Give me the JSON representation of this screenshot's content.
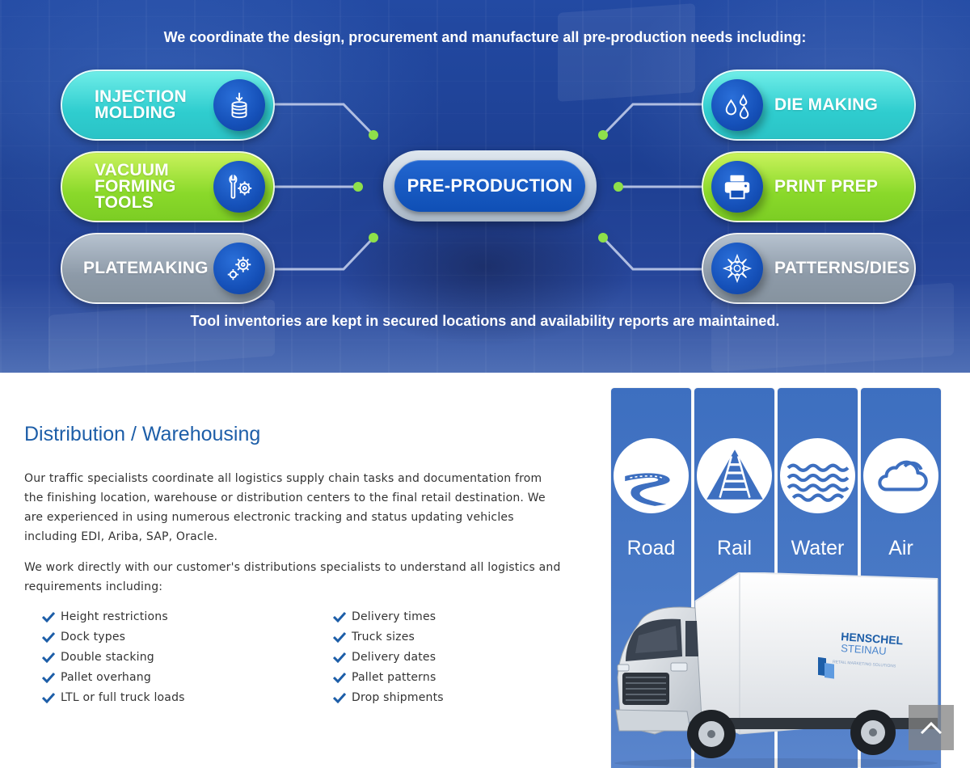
{
  "hero": {
    "heading": "We coordinate the design, procurement and manufacture all pre-production needs including:",
    "footer": "Tool inventories are kept in secured locations and availability reports are maintained.",
    "center_label": "PRE-PRODUCTION",
    "left_items": [
      {
        "label": "INJECTION MOLDING",
        "icon": "stack-icon",
        "color": "#2fcdcf"
      },
      {
        "label": "VACUUM FORMING TOOLS",
        "icon": "wrench-gear-icon",
        "color": "#8ad92a"
      },
      {
        "label": "PLATEMAKING",
        "icon": "gears-icon",
        "color": "#8d9aa8"
      }
    ],
    "right_items": [
      {
        "label": "DIE MAKING",
        "icon": "droplets-icon",
        "color": "#2fcdcf"
      },
      {
        "label": "PRINT PREP",
        "icon": "printer-icon",
        "color": "#8ad92a"
      },
      {
        "label": "PATTERNS/DIES",
        "icon": "mandala-icon",
        "color": "#8d9aa8"
      }
    ],
    "accent_color": "#8ee04a"
  },
  "distribution": {
    "title": "Distribution / Warehousing",
    "paragraph1": "Our traffic specialists coordinate all logistics supply chain tasks and documentation from the finishing location, warehouse or distribution centers to the final retail destination. We are experienced in using numerous electronic tracking and status updating vehicles including EDI, Ariba, SAP, Oracle.",
    "paragraph2": "We work directly with our customer's distributions specialists to understand all logistics and requirements including:",
    "requirements_col1": [
      "Height restrictions",
      "Dock types",
      "Double stacking",
      "Pallet overhang",
      "LTL or full truck loads"
    ],
    "requirements_col2": [
      "Delivery times",
      "Truck sizes",
      "Delivery dates",
      "Pallet patterns",
      "Drop shipments"
    ],
    "title_color": "#1d5ea8"
  },
  "transport": {
    "modes": [
      {
        "label": "Road",
        "icon": "road-icon"
      },
      {
        "label": "Rail",
        "icon": "rail-icon"
      },
      {
        "label": "Water",
        "icon": "water-icon"
      },
      {
        "label": "Air",
        "icon": "cloud-icon"
      }
    ],
    "truck_brand_line1": "HENSCHEL",
    "truck_brand_line2": "STEINAU",
    "truck_tagline": "RETAIL MARKETING SOLUTIONS",
    "column_color": "#4a7ac6"
  }
}
